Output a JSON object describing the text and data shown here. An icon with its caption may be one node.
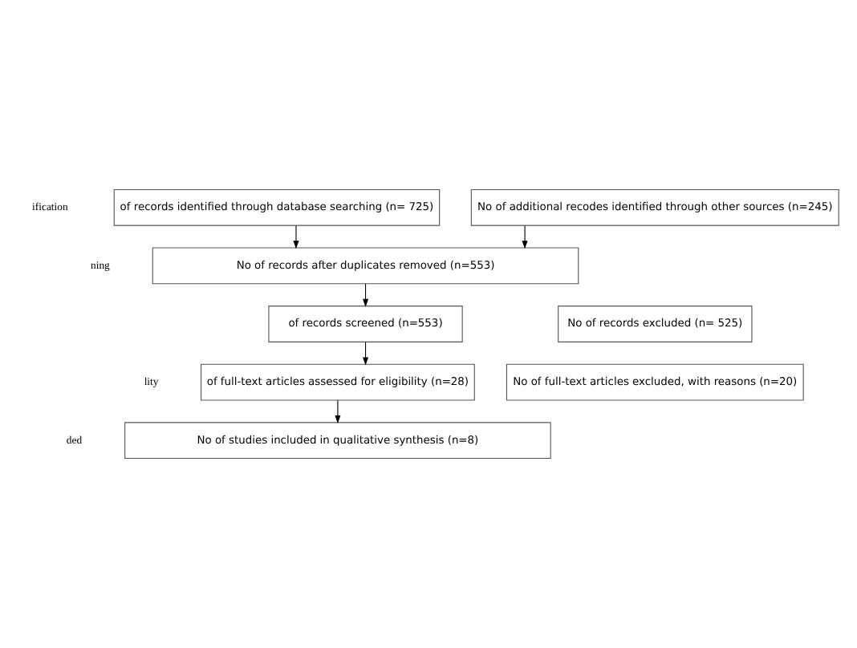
{
  "diagram": {
    "nodes": [
      {
        "text": [
          "of records identified through database searching (n= 725)"
        ]
      },
      {
        "text": [
          "No of additional recodes identified through other sources (n=245)"
        ]
      },
      {
        "text": [
          "No of records after duplicates removed (n=553)"
        ]
      },
      {
        "text": [
          "of records screened (n=553)"
        ]
      },
      {
        "text": [
          "No of records excluded (n= 525)"
        ]
      },
      {
        "text": [
          "of full-text articles assessed for eligibility (n=28)"
        ]
      },
      {
        "text": [
          "No of full-text articles excluded, with reasons (n=20)"
        ]
      },
      {
        "text": [
          "No of studies included in qualitative synthesis (n=8)"
        ]
      }
    ],
    "edges": [
      {
        "from": 0,
        "to": 2,
        "arrow": "to"
      },
      {
        "from": 1,
        "to": 2,
        "arrow": "to"
      },
      {
        "from": 2,
        "to": 3,
        "arrow": "to"
      },
      {
        "from": 3,
        "to": 5,
        "arrow": "to"
      },
      {
        "from": 5,
        "to": 7,
        "arrow": "to"
      }
    ],
    "labels": [
      "ification",
      "ning",
      "lity",
      "ded"
    ]
  }
}
